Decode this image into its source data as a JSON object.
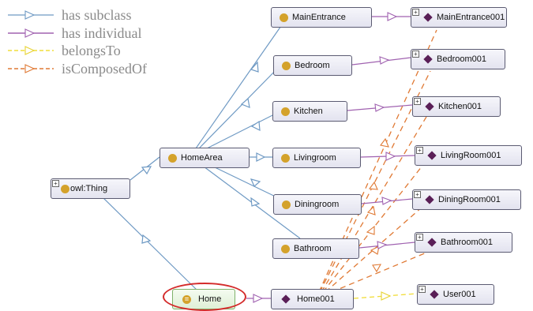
{
  "legend": [
    {
      "label": "has subclass",
      "color": "#6f9ac4",
      "style": "solid"
    },
    {
      "label": "has individual",
      "color": "#a062b0",
      "style": "solid"
    },
    {
      "label": "belongsTo",
      "color": "#f1dd3a",
      "style": "dashed"
    },
    {
      "label": "isComposedOf",
      "color": "#e07a35",
      "style": "dashed"
    }
  ],
  "nodes": {
    "thing": "owl:Thing",
    "homearea": "HomeArea",
    "home": "Home",
    "mainentrance": "MainEntrance",
    "bedroom": "Bedroom",
    "kitchen": "Kitchen",
    "livingroom": "Livingroom",
    "diningroom": "Diningroom",
    "bathroom": "Bathroom",
    "mainentrance001": "MainEntrance001",
    "bedroom001": "Bedroom001",
    "kitchen001": "Kitchen001",
    "livingroom001": "LivingRoom001",
    "diningroom001": "DiningRoom001",
    "bathroom001": "Bathroom001",
    "home001": "Home001",
    "user001": "User001"
  },
  "colors": {
    "subclass": "#6f9ac4",
    "individual": "#a062b0",
    "belongsTo": "#f1dd3a",
    "isComposedOf": "#e07a35",
    "class_dot": "#d4a22b",
    "individual_diamond": "#5a1f57",
    "highlight": "#d42b2b"
  }
}
